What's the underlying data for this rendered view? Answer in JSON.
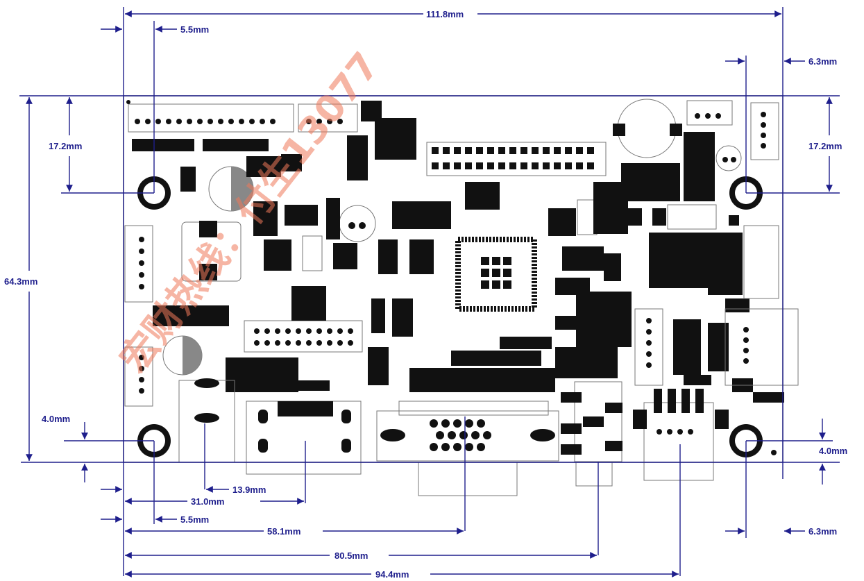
{
  "dimensions": {
    "overall_width": "111.8mm",
    "top_left_hole_offset": "5.5mm",
    "top_right_hole_offset": "6.3mm",
    "left_hole_height": "17.2mm",
    "right_hole_height": "17.2mm",
    "overall_height": "64.3mm",
    "left_bottom_hole_offset": "4.0mm",
    "right_bottom_hole_offset": "4.0mm",
    "bottom_13_9": "13.9mm",
    "bottom_31_0": "31.0mm",
    "bottom_left_hole": "5.5mm",
    "bottom_58_1": "58.1mm",
    "bottom_right_hole": "6.3mm",
    "bottom_80_5": "80.5mm",
    "bottom_94_4": "94.4mm"
  },
  "watermark": {
    "text": "宏财热线：付生13077"
  },
  "colors": {
    "dimension": "#1e1e8c",
    "component": "#111111",
    "watermark": "#ee785a"
  }
}
